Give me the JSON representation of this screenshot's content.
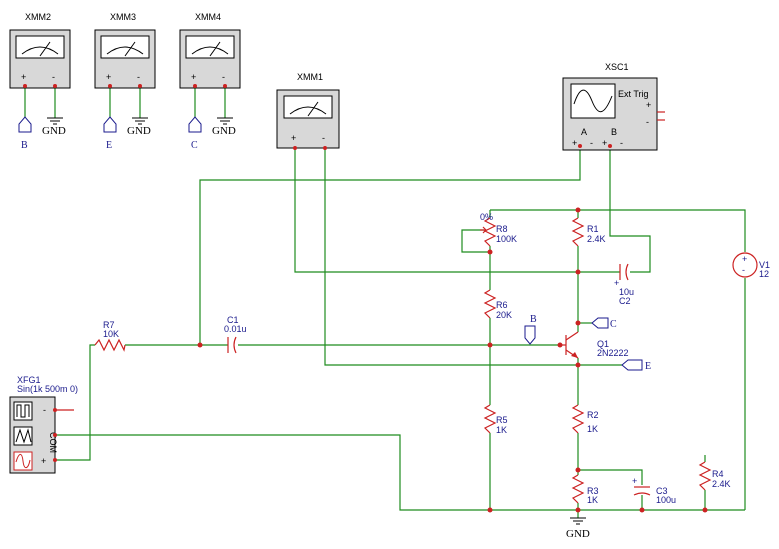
{
  "meters": {
    "xmm2": {
      "name": "XMM2",
      "gnd": "GND",
      "probe": "B"
    },
    "xmm3": {
      "name": "XMM3",
      "gnd": "GND",
      "probe": "E"
    },
    "xmm4": {
      "name": "XMM4",
      "gnd": "GND",
      "probe": "C"
    },
    "xmm1": {
      "name": "XMM1"
    }
  },
  "scope": {
    "name": "XSC1",
    "ext_trig": "Ext Trig",
    "ch_a": "A",
    "ch_b": "B"
  },
  "generator": {
    "name": "XFG1",
    "setting": "Sin(1k 500m 0)",
    "com": "COM"
  },
  "components": {
    "r1": {
      "ref": "R1",
      "value": "2.4K"
    },
    "r2": {
      "ref": "R2",
      "value": "1K"
    },
    "r3": {
      "ref": "R3",
      "value": "1K"
    },
    "r4": {
      "ref": "R4",
      "value": "2.4K"
    },
    "r5": {
      "ref": "R5",
      "value": "1K"
    },
    "r6": {
      "ref": "R6",
      "value": "20K"
    },
    "r7": {
      "ref": "R7",
      "value": "10K"
    },
    "r8": {
      "ref": "R8",
      "value": "100K",
      "pct": "0%"
    },
    "c1": {
      "ref": "C1",
      "value": "0.01u"
    },
    "c2": {
      "ref": "C2",
      "value": "10u"
    },
    "c3": {
      "ref": "C3",
      "value": "100u"
    },
    "q1": {
      "ref": "Q1",
      "value": "2N2222"
    },
    "v1": {
      "ref": "V1",
      "value": "12"
    }
  },
  "connectors": {
    "b": "B",
    "c": "C",
    "e": "E"
  },
  "ground": {
    "label": "GND"
  },
  "colors": {
    "wire": "#1e8c1e",
    "component": "#cc2222",
    "label": "#1a1a8c"
  }
}
